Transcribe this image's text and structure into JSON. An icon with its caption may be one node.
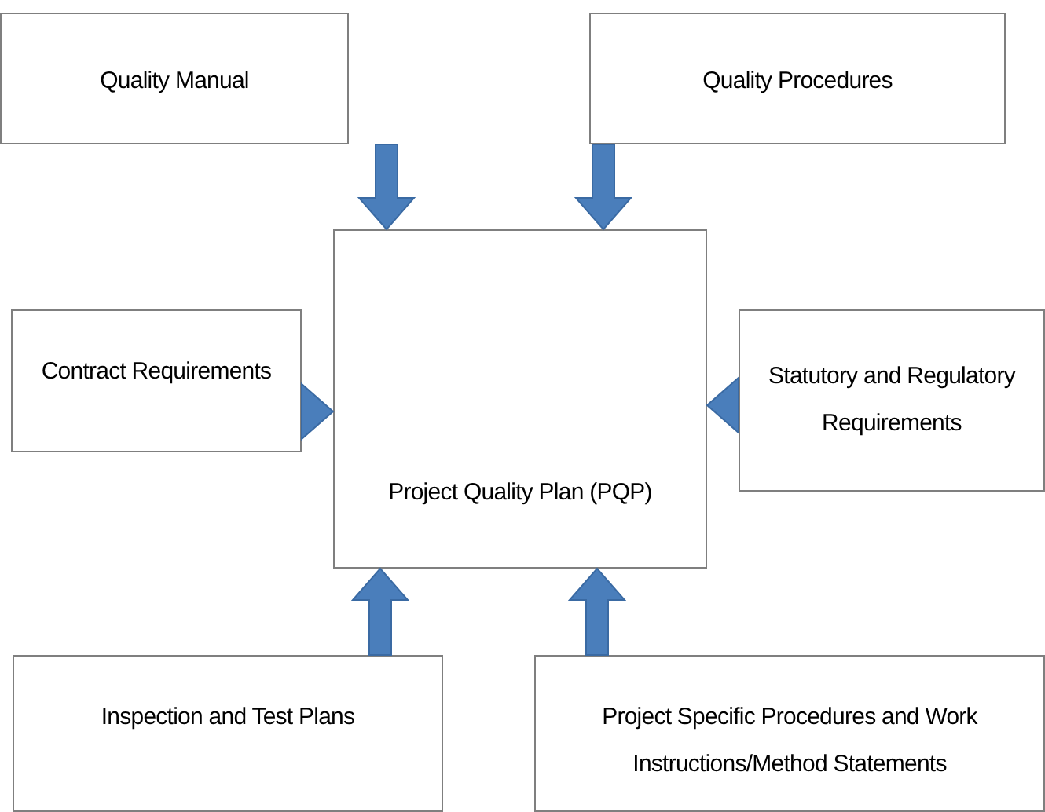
{
  "diagram": {
    "nodes": [
      {
        "text": [
          "Quality Manual"
        ]
      },
      {
        "text": [
          "Quality Procedures"
        ]
      },
      {
        "text": [
          "Contract Requirements"
        ]
      },
      {
        "text": [
          "Project Quality Plan (PQP)"
        ]
      },
      {
        "text": [
          "Statutory and Regulatory Requirements"
        ]
      },
      {
        "text": [
          "Inspection and Test Plans"
        ]
      },
      {
        "text": [
          "Project Specific Procedures and Work Instructions/Method Statements"
        ]
      }
    ],
    "edges": [
      {
        "from": 0,
        "to": 3,
        "arrow": "to"
      },
      {
        "from": 1,
        "to": 3,
        "arrow": "to"
      },
      {
        "from": 2,
        "to": 3,
        "arrow": "to"
      },
      {
        "from": 4,
        "to": 3,
        "arrow": "to"
      },
      {
        "from": 5,
        "to": 3,
        "arrow": "to"
      },
      {
        "from": 6,
        "to": 3,
        "arrow": "to"
      }
    ]
  }
}
